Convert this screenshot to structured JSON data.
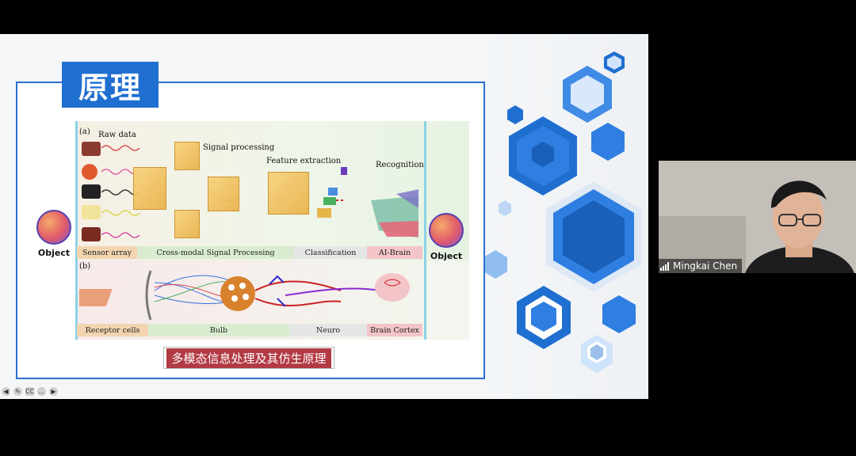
{
  "slide": {
    "title": "原理",
    "caption": "多模态信息处理及其仿生原理",
    "object_left": "Object",
    "object_right": "Object",
    "figure": {
      "panel_a": "(a)",
      "panel_b": "(b)",
      "raw_data": "Raw data",
      "signal_processing": "Signal processing",
      "feature_extraction": "Feature extraction",
      "recognition": "Recognition",
      "bands_top": [
        "Sensor array",
        "Cross-modal Signal Processing",
        "Classification",
        "AI-Brain"
      ],
      "bands_bottom": [
        "Receptor cells",
        "Bulb",
        "Neuro",
        "Brain Cortex"
      ]
    }
  },
  "toolbar": {
    "icons": [
      "back-icon",
      "pen-icon",
      "cc-icon",
      "more-icon",
      "forward-icon"
    ],
    "glyphs": [
      "◀",
      "✎",
      "CC",
      "…",
      "▶"
    ]
  },
  "video": {
    "participant_name": "Mingkai Chen"
  },
  "colors": {
    "accent_blue": "#1f6fd1",
    "caption_red": "#b23a44"
  }
}
